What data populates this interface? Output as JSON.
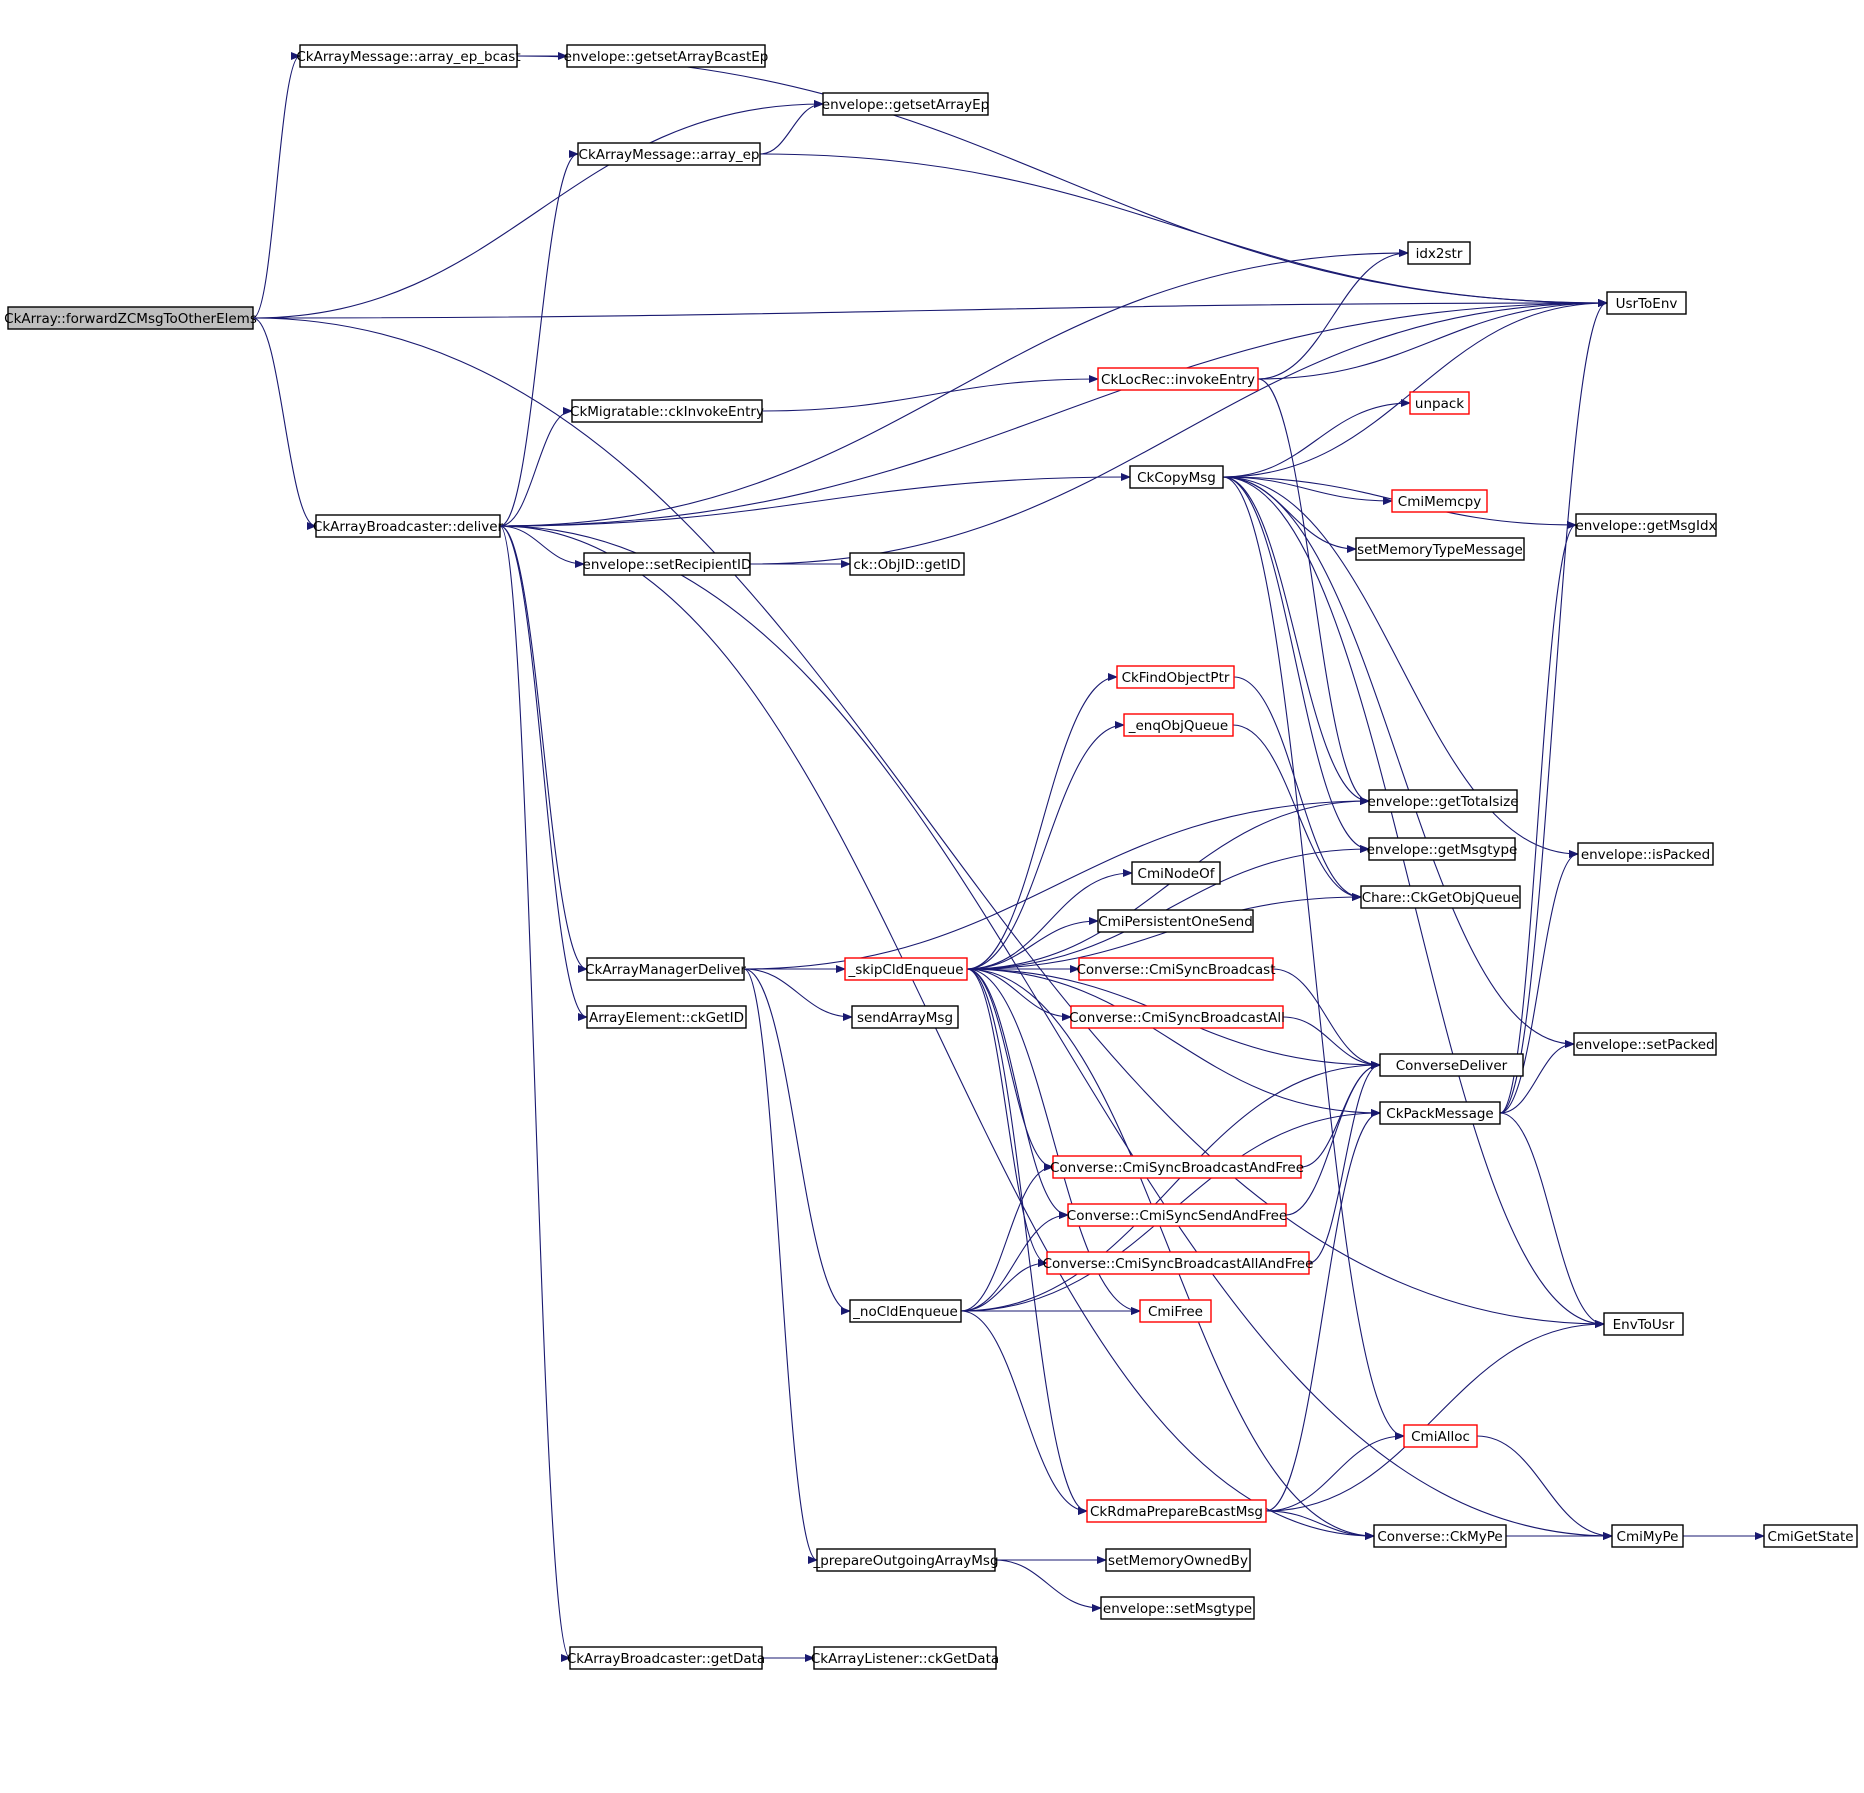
{
  "colors": {
    "edge": "#191970",
    "root_fill": "#bfbfbf",
    "truncated_border": "#ff0000",
    "border": "#000000"
  },
  "root": "CkArray::forwardZCMsgToOtherElems",
  "nodes": {
    "root": {
      "label": "CkArray::forwardZCMsgToOtherElems",
      "style": "root"
    },
    "bcast_ep": {
      "label": "CkArrayMessage::array_ep_bcast",
      "style": "normal"
    },
    "getsetBcast": {
      "label": "envelope::getsetArrayBcastEp",
      "style": "normal"
    },
    "getsetEp": {
      "label": "envelope::getsetArrayEp",
      "style": "normal"
    },
    "array_ep": {
      "label": "CkArrayMessage::array_ep",
      "style": "normal"
    },
    "idx2str": {
      "label": "idx2str",
      "style": "normal"
    },
    "UsrToEnv": {
      "label": "UsrToEnv",
      "style": "normal"
    },
    "invokeEntry": {
      "label": "CkLocRec::invokeEntry",
      "style": "truncated"
    },
    "ckInvoke": {
      "label": "CkMigratable::ckInvokeEntry",
      "style": "normal"
    },
    "unpack": {
      "label": "unpack",
      "style": "truncated"
    },
    "CkCopyMsg": {
      "label": "CkCopyMsg",
      "style": "normal"
    },
    "deliver": {
      "label": "CkArrayBroadcaster::deliver",
      "style": "normal"
    },
    "CmiMemcpy": {
      "label": "CmiMemcpy",
      "style": "truncated"
    },
    "getMsgIdx": {
      "label": "envelope::getMsgIdx",
      "style": "normal"
    },
    "setMemType": {
      "label": "setMemoryTypeMessage",
      "style": "normal"
    },
    "setRecip": {
      "label": "envelope::setRecipientID",
      "style": "normal"
    },
    "getID": {
      "label": "ck::ObjID::getID",
      "style": "normal"
    },
    "findObj": {
      "label": "CkFindObjectPtr",
      "style": "truncated"
    },
    "enqObj": {
      "label": "_enqObjQueue",
      "style": "truncated"
    },
    "totalsize": {
      "label": "envelope::getTotalsize",
      "style": "normal"
    },
    "isPacked": {
      "label": "envelope::isPacked",
      "style": "normal"
    },
    "msgtype": {
      "label": "envelope::getMsgtype",
      "style": "normal"
    },
    "objQueue": {
      "label": "Chare::CkGetObjQueue",
      "style": "normal"
    },
    "nodeOf": {
      "label": "CmiNodeOf",
      "style": "normal"
    },
    "persist": {
      "label": "CmiPersistentOneSend",
      "style": "normal"
    },
    "mgrDeliver": {
      "label": "CkArrayManagerDeliver",
      "style": "normal"
    },
    "skipCld": {
      "label": "_skipCldEnqueue",
      "style": "truncated"
    },
    "syncBcast": {
      "label": "Converse::CmiSyncBroadcast",
      "style": "truncated"
    },
    "ckGetID": {
      "label": "ArrayElement::ckGetID",
      "style": "normal"
    },
    "sendArray": {
      "label": "sendArrayMsg",
      "style": "normal"
    },
    "syncBcastAll": {
      "label": "Converse::CmiSyncBroadcastAll",
      "style": "truncated"
    },
    "setPacked": {
      "label": "envelope::setPacked",
      "style": "normal"
    },
    "convDeliver": {
      "label": "ConverseDeliver",
      "style": "normal"
    },
    "packMsg": {
      "label": "CkPackMessage",
      "style": "normal"
    },
    "bcastFree": {
      "label": "Converse::CmiSyncBroadcastAndFree",
      "style": "truncated"
    },
    "sendFree": {
      "label": "Converse::CmiSyncSendAndFree",
      "style": "truncated"
    },
    "bcastAllFree": {
      "label": "Converse::CmiSyncBroadcastAllAndFree",
      "style": "truncated"
    },
    "noCld": {
      "label": "_noCldEnqueue",
      "style": "normal"
    },
    "cmiFree": {
      "label": "CmiFree",
      "style": "truncated"
    },
    "EnvToUsr": {
      "label": "EnvToUsr",
      "style": "normal"
    },
    "cmiAlloc": {
      "label": "CmiAlloc",
      "style": "truncated"
    },
    "rdma": {
      "label": "CkRdmaPrepareBcastMsg",
      "style": "truncated"
    },
    "ckMyPe": {
      "label": "Converse::CkMyPe",
      "style": "normal"
    },
    "cmiMyPe": {
      "label": "CmiMyPe",
      "style": "normal"
    },
    "getState": {
      "label": "CmiGetState",
      "style": "normal"
    },
    "prepOut": {
      "label": "_prepareOutgoingArrayMsg",
      "style": "normal"
    },
    "setMemOwn": {
      "label": "setMemoryOwnedBy",
      "style": "normal"
    },
    "setMsgtype": {
      "label": "envelope::setMsgtype",
      "style": "normal"
    },
    "getData": {
      "label": "CkArrayBroadcaster::getData",
      "style": "normal"
    },
    "listenerGet": {
      "label": "CkArrayListener::ckGetData",
      "style": "normal"
    }
  },
  "edges": [
    [
      "root",
      "bcast_ep"
    ],
    [
      "root",
      "getsetEp"
    ],
    [
      "root",
      "UsrToEnv"
    ],
    [
      "root",
      "deliver"
    ],
    [
      "root",
      "EnvToUsr"
    ],
    [
      "bcast_ep",
      "getsetBcast"
    ],
    [
      "bcast_ep",
      "UsrToEnv"
    ],
    [
      "array_ep",
      "getsetEp"
    ],
    [
      "array_ep",
      "UsrToEnv"
    ],
    [
      "deliver",
      "array_ep"
    ],
    [
      "deliver",
      "idx2str"
    ],
    [
      "deliver",
      "UsrToEnv"
    ],
    [
      "deliver",
      "ckInvoke"
    ],
    [
      "deliver",
      "CkCopyMsg"
    ],
    [
      "deliver",
      "setRecip"
    ],
    [
      "deliver",
      "mgrDeliver"
    ],
    [
      "deliver",
      "ckGetID"
    ],
    [
      "deliver",
      "getData"
    ],
    [
      "deliver",
      "cmiMyPe"
    ],
    [
      "deliver",
      "ckMyPe"
    ],
    [
      "ckInvoke",
      "invokeEntry"
    ],
    [
      "invokeEntry",
      "idx2str"
    ],
    [
      "invokeEntry",
      "UsrToEnv"
    ],
    [
      "invokeEntry",
      "totalsize"
    ],
    [
      "CkCopyMsg",
      "UsrToEnv"
    ],
    [
      "CkCopyMsg",
      "unpack"
    ],
    [
      "CkCopyMsg",
      "CmiMemcpy"
    ],
    [
      "CkCopyMsg",
      "setMemType"
    ],
    [
      "CkCopyMsg",
      "getMsgIdx"
    ],
    [
      "CkCopyMsg",
      "isPacked"
    ],
    [
      "CkCopyMsg",
      "setPacked"
    ],
    [
      "CkCopyMsg",
      "EnvToUsr"
    ],
    [
      "CkCopyMsg",
      "totalsize"
    ],
    [
      "CkCopyMsg",
      "msgtype"
    ],
    [
      "CkCopyMsg",
      "cmiAlloc"
    ],
    [
      "setRecip",
      "getID"
    ],
    [
      "setRecip",
      "UsrToEnv"
    ],
    [
      "mgrDeliver",
      "totalsize"
    ],
    [
      "mgrDeliver",
      "skipCld"
    ],
    [
      "mgrDeliver",
      "sendArray"
    ],
    [
      "mgrDeliver",
      "noCld"
    ],
    [
      "mgrDeliver",
      "prepOut"
    ],
    [
      "skipCld",
      "findObj"
    ],
    [
      "skipCld",
      "enqObj"
    ],
    [
      "skipCld",
      "totalsize"
    ],
    [
      "skipCld",
      "msgtype"
    ],
    [
      "skipCld",
      "objQueue"
    ],
    [
      "skipCld",
      "nodeOf"
    ],
    [
      "skipCld",
      "persist"
    ],
    [
      "skipCld",
      "syncBcast"
    ],
    [
      "skipCld",
      "syncBcastAll"
    ],
    [
      "skipCld",
      "convDeliver"
    ],
    [
      "skipCld",
      "packMsg"
    ],
    [
      "skipCld",
      "bcastFree"
    ],
    [
      "skipCld",
      "sendFree"
    ],
    [
      "skipCld",
      "bcastAllFree"
    ],
    [
      "skipCld",
      "cmiFree"
    ],
    [
      "skipCld",
      "rdma"
    ],
    [
      "skipCld",
      "ckMyPe"
    ],
    [
      "findObj",
      "objQueue"
    ],
    [
      "enqObj",
      "objQueue"
    ],
    [
      "syncBcast",
      "convDeliver"
    ],
    [
      "syncBcastAll",
      "convDeliver"
    ],
    [
      "bcastFree",
      "convDeliver"
    ],
    [
      "sendFree",
      "convDeliver"
    ],
    [
      "bcastAllFree",
      "convDeliver"
    ],
    [
      "noCld",
      "bcastFree"
    ],
    [
      "noCld",
      "sendFree"
    ],
    [
      "noCld",
      "bcastAllFree"
    ],
    [
      "noCld",
      "cmiFree"
    ],
    [
      "noCld",
      "convDeliver"
    ],
    [
      "noCld",
      "packMsg"
    ],
    [
      "noCld",
      "rdma"
    ],
    [
      "packMsg",
      "UsrToEnv"
    ],
    [
      "packMsg",
      "getMsgIdx"
    ],
    [
      "packMsg",
      "isPacked"
    ],
    [
      "packMsg",
      "setPacked"
    ],
    [
      "packMsg",
      "EnvToUsr"
    ],
    [
      "rdma",
      "cmiAlloc"
    ],
    [
      "rdma",
      "ckMyPe"
    ],
    [
      "rdma",
      "EnvToUsr"
    ],
    [
      "rdma",
      "packMsg"
    ],
    [
      "cmiAlloc",
      "cmiMyPe"
    ],
    [
      "ckMyPe",
      "cmiMyPe"
    ],
    [
      "cmiMyPe",
      "getState"
    ],
    [
      "prepOut",
      "setMemOwn"
    ],
    [
      "prepOut",
      "setMsgtype"
    ],
    [
      "getData",
      "listenerGet"
    ]
  ]
}
